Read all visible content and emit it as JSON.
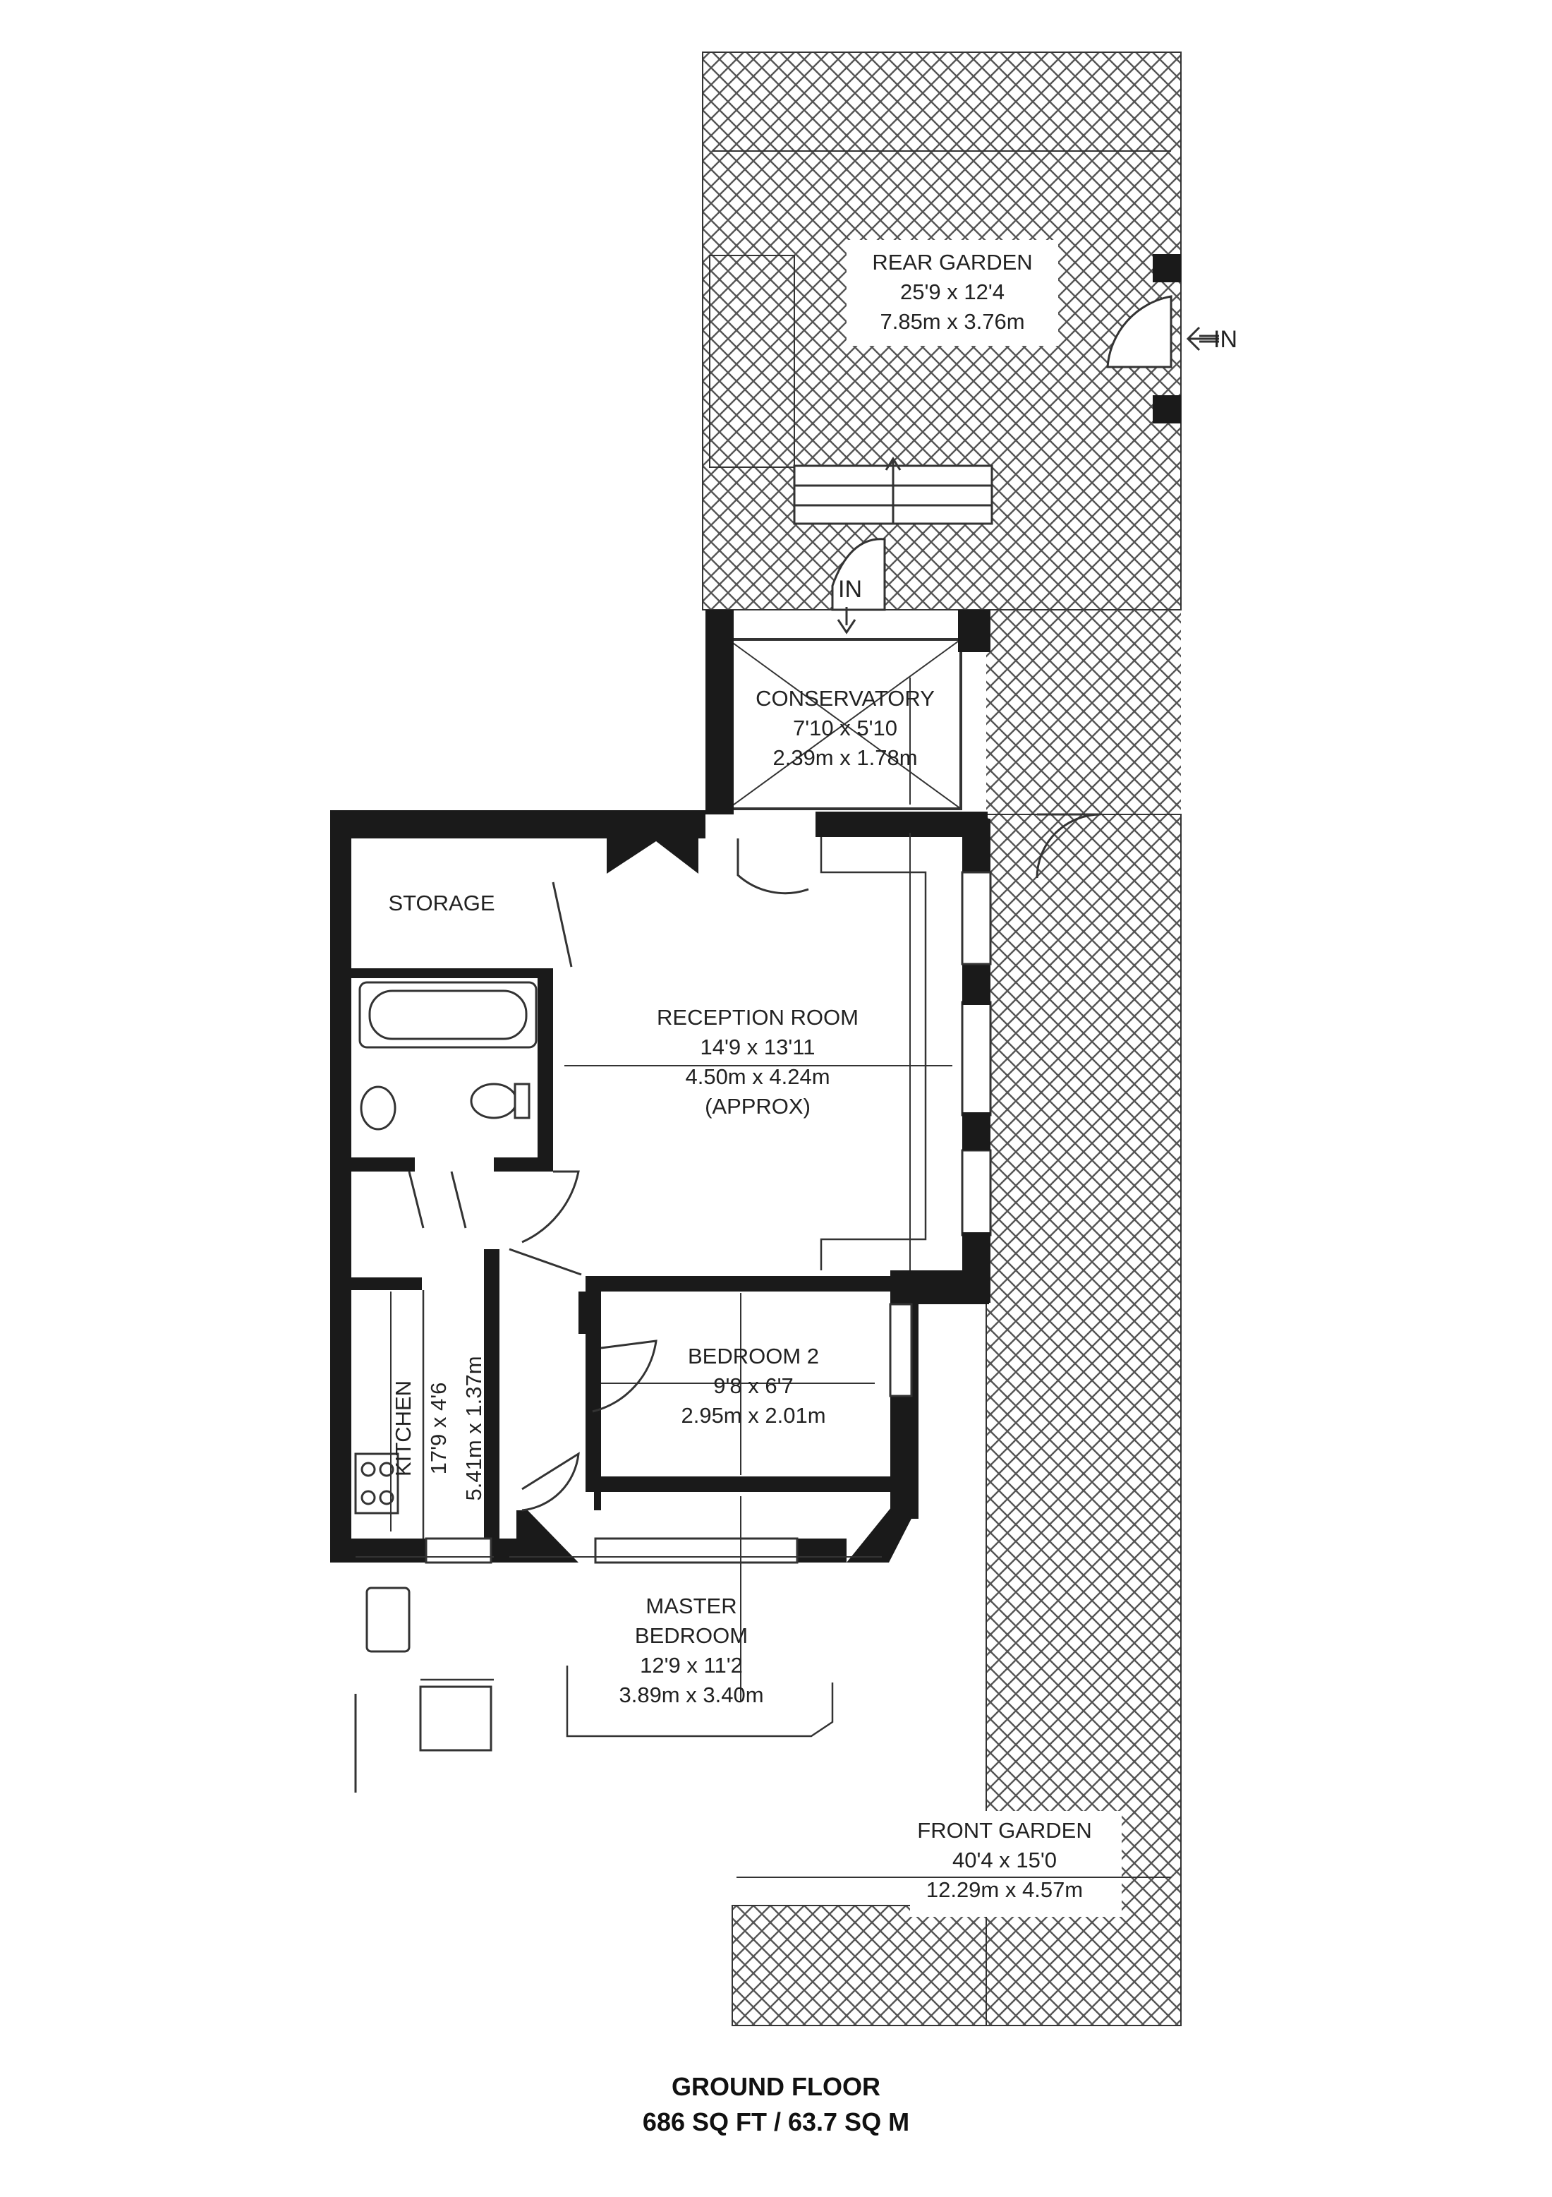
{
  "plan": {
    "floor_name": "GROUND FLOOR",
    "area": "686 SQ FT / 63.7 SQ M",
    "entry_label": "IN"
  },
  "rooms": {
    "rear_garden": {
      "name": "REAR GARDEN",
      "imperial": "25'9 x 12'4",
      "metric": "7.85m x 3.76m"
    },
    "conservatory": {
      "name": "CONSERVATORY",
      "imperial": "7'10 x 5'10",
      "metric": "2.39m x 1.78m"
    },
    "storage": {
      "name": "STORAGE"
    },
    "reception": {
      "name": "RECEPTION ROOM",
      "imperial": "14'9 x 13'11",
      "metric": "4.50m x 4.24m",
      "note": "(APPROX)"
    },
    "bedroom2": {
      "name": "BEDROOM 2",
      "imperial": "9'8 x 6'7",
      "metric": "2.95m x 2.01m"
    },
    "kitchen": {
      "name": "KITCHEN",
      "imperial": "17'9 x 4'6",
      "metric": "5.41m x 1.37m"
    },
    "master": {
      "name_line1": "MASTER",
      "name_line2": "BEDROOM",
      "imperial": "12'9 x 11'2",
      "metric": "3.89m x 3.40m"
    },
    "front_garden": {
      "name": "FRONT GARDEN",
      "imperial": "40'4 x 15'0",
      "metric": "12.29m x 4.57m"
    }
  },
  "colors": {
    "wall": "#1a1a1a",
    "hatch": "#555555",
    "text": "#222222"
  }
}
